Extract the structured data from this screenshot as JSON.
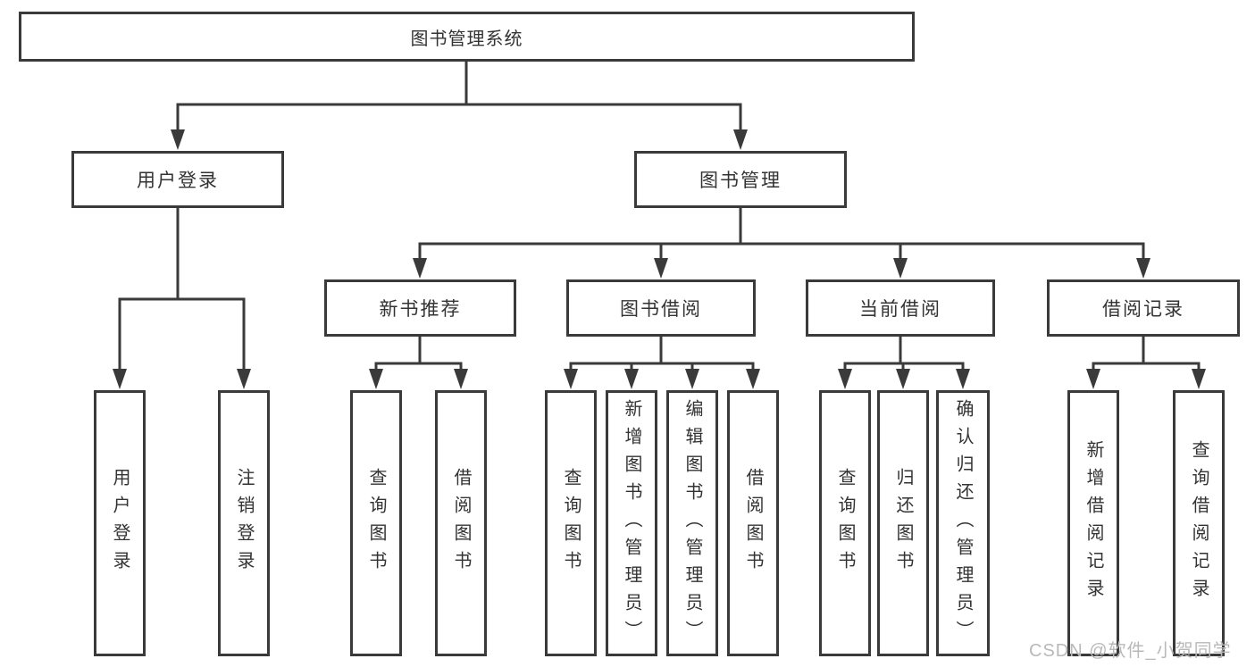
{
  "diagram": {
    "root": {
      "label": "图书管理系统"
    },
    "level2": {
      "user_login": {
        "label": "用户登录"
      },
      "book_mgmt": {
        "label": "图书管理"
      }
    },
    "level3": {
      "new_books": {
        "label": "新书推荐"
      },
      "book_borrow": {
        "label": "图书借阅"
      },
      "current_borrow": {
        "label": "当前借阅"
      },
      "borrow_records": {
        "label": "借阅记录"
      }
    },
    "leaves": {
      "user_login": [
        "用户登录",
        "注销登录"
      ],
      "new_books": [
        "查询图书",
        "借阅图书"
      ],
      "book_borrow": [
        "查询图书",
        "新增图书（管理员）",
        "编辑图书（管理员）",
        "借阅图书"
      ],
      "current_borrow": [
        "查询图书",
        "归还图书",
        "确认归还（管理员）"
      ],
      "borrow_records": [
        "新增借阅记录",
        "查询借阅记录"
      ]
    }
  },
  "watermark": {
    "text": "CSDN @软件_小贺同学"
  },
  "colors": {
    "line": "#3a3a3a",
    "text": "#333333",
    "watermark": "#b9b9b9",
    "bg": "#ffffff"
  }
}
